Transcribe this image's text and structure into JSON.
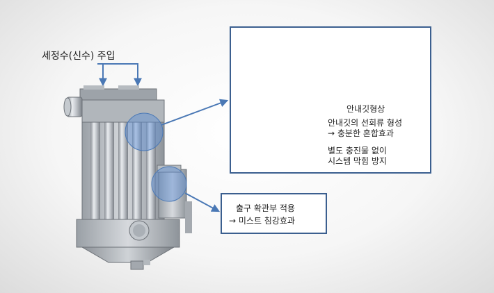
{
  "top_label": "세정수(신수) 주입",
  "detail": {
    "caption": "안내깃형상",
    "desc_line1": "안내깃의 선회류 형성",
    "desc_line2": "→ 충분한 혼합효과",
    "desc_line3": "별도 충진물 없이",
    "desc_line4": "시스템 막힘 방지"
  },
  "note": {
    "line1": "출구 확관부 적용",
    "line2": "→ 미스트 침강효과"
  },
  "colors": {
    "frame": "#3b5f8f",
    "arrow": "#4a78b5",
    "highlight": "#5b8fd6"
  }
}
